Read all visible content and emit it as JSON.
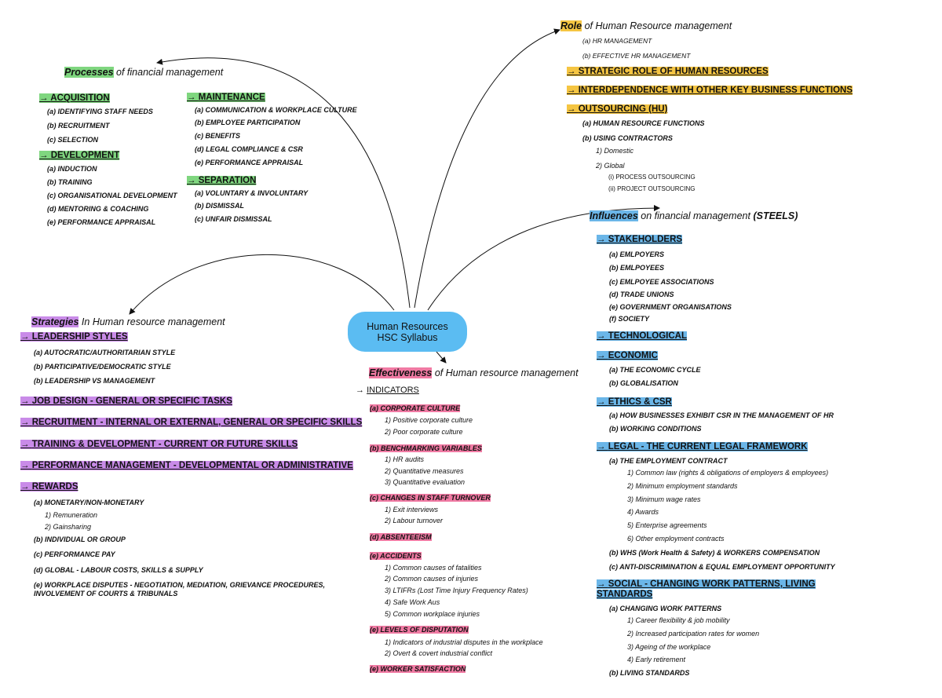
{
  "center": "Human Resources HSC Syllabus",
  "processes": {
    "title_key": "Processes",
    "title_rest": " of financial management",
    "acquisition": "ACQUISITION",
    "acq_items": [
      "(a) IDENTIFYING STAFF NEEDS",
      "(b) RECRUITMENT",
      "(c) SELECTION"
    ],
    "development": "DEVELOPMENT",
    "dev_items": [
      "(a) INDUCTION",
      "(b) TRAINING",
      "(c) ORGANISATIONAL DEVELOPMENT",
      "(d) MENTORING & COACHING",
      "(e) PERFORMANCE APPRAISAL"
    ],
    "maintenance": "MAINTENANCE",
    "main_items": [
      "(a) COMMUNICATION & WORKPLACE CULTURE",
      "(b) EMPLOYEE PARTICIPATION",
      "(c) BENEFITS",
      "(d) LEGAL COMPLIANCE & CSR",
      "(e) PERFORMANCE APPRAISAL"
    ],
    "separation": "SEPARATION",
    "sep_items": [
      "(a) VOLUNTARY & INVOLUNTARY",
      "(b) DISMISSAL",
      "(c) UNFAIR DISMISSAL"
    ]
  },
  "role": {
    "title_key": "Role",
    "title_rest": " of Human Resource management",
    "items": [
      "(a) HR MANAGEMENT",
      "(b) EFFECTIVE HR MANAGEMENT"
    ],
    "strategic": "STRATEGIC ROLE OF HUMAN RESOURCES",
    "interdependence": "INTERDEPENDENCE WITH OTHER KEY BUSINESS FUNCTIONS",
    "outsourcing": "OUTSOURCING (HU)",
    "out_a": "(a) HUMAN RESOURCE FUNCTIONS",
    "out_b": "(b) USING CONTRACTORS",
    "domestic": "1) Domestic",
    "global": "2) Global",
    "process_out": "(i) PROCESS OUTSOURCING",
    "project_out": "(ii) PROJECT OUTSOURCING"
  },
  "influences": {
    "title_key": "Influences",
    "title_rest": " on financial management ",
    "title_bold": "(STEELS)",
    "stakeholders": "STAKEHOLDERS",
    "stake_items": [
      "(a)  EMLPOYERS",
      "(b)  EMLPOYEES",
      "(c)  EMLPOYEE ASSOCIATIONS",
      "(d)  TRADE UNIONS",
      "(e)  GOVERNMENT ORGANISATIONS",
      "(f)  SOCIETY"
    ],
    "technological": "TECHNOLOGICAL",
    "economic": "ECONOMIC",
    "econ_items": [
      "(a)  THE ECONOMIC CYCLE",
      "(b)  GLOBALISATION"
    ],
    "ethics": "ETHICS & CSR",
    "ethics_items": [
      "(a)  HOW BUSINESSES EXHIBIT CSR IN THE MANAGEMENT OF HR",
      "(b)  WORKING CONDITIONS"
    ],
    "legal": "LEGAL - THE CURRENT LEGAL FRAMEWORK",
    "legal_a": "(a)  THE EMPLOYMENT CONTRACT",
    "legal_a_items": [
      "1) Common law (rights & obligations of employers & employees)",
      "2) Minimum employment standards",
      "3) Minimum wage rates",
      "4) Awards",
      "5) Enterprise agreements",
      "6) Other employment contracts"
    ],
    "legal_b": "(b) WHS (Work Health & Safety) & WORKERS COMPENSATION",
    "legal_c": "(c) ANTI-DISCRIMINATION & EQUAL EMPLOYMENT OPPORTUNITY",
    "social_1": "SOCIAL - CHANGING WORK PATTERNS, LIVING",
    "social_2": "STANDARDS",
    "social_a": "(a) CHANGING WORK PATTERNS",
    "social_a_items": [
      "1) Career flexibility & job mobility",
      "2) Increased participation rates for women",
      "3) Ageing of the workplace",
      "4) Early retirement"
    ],
    "social_b": "(b) LIVING STANDARDS"
  },
  "strategies": {
    "title_key": "Strategies",
    "title_rest": " In Human resource management",
    "leadership": "LEADERSHIP STYLES",
    "lead_items": [
      "(a)  AUTOCRATIC/AUTHORITARIAN STYLE",
      "(b)  PARTICIPATIVE/DEMOCRATIC STYLE",
      "(b)  LEADERSHIP VS MANAGEMENT"
    ],
    "job_design": "JOB DESIGN - GENERAL OR SPECIFIC TASKS",
    "recruitment": "RECRUITMENT - INTERNAL OR EXTERNAL, GENERAL OR SPECIFIC SKILLS",
    "training": "TRAINING & DEVELOPMENT - CURRENT OR FUTURE SKILLS",
    "performance": "PERFORMANCE MANAGEMENT - DEVELOPMENTAL OR ADMINISTRATIVE",
    "rewards": "REWARDS",
    "rew_a": "(a) MONETARY/NON-MONETARY",
    "rew_a_items": [
      "1) Remuneration",
      "2) Gainsharing"
    ],
    "rew_b": "(b) INDIVIDUAL OR GROUP",
    "rew_c": "(c) PERFORMANCE PAY",
    "rew_d": "(d) GLOBAL - LABOUR COSTS, SKILLS & SUPPLY",
    "rew_e1": "(e) WORKPLACE DISPUTES - NEGOTIATION, MEDIATION, GRIEVANCE PROCEDURES,",
    "rew_e2": "INVOLVEMENT OF COURTS & TRIBUNALS"
  },
  "effectiveness": {
    "title_key": "Effectiveness",
    "title_rest": " of Human resource management",
    "indicators": "INDICATORS",
    "culture": "(a) CORPORATE CULTURE",
    "culture_items": [
      "1) Positive corporate culture",
      "2) Poor corporate culture"
    ],
    "bench": "(b) BENCHMARKING VARIABLES",
    "bench_items": [
      "1) HR audits",
      "2) Quantitative measures",
      "3) Quantitative evaluation"
    ],
    "turnover": "(c) CHANGES IN STAFF TURNOVER",
    "turnover_items": [
      "1) Exit interviews",
      "2) Labour turnover"
    ],
    "absenteeism": "(d) ABSENTEEISM",
    "accidents": "(e) ACCIDENTS",
    "accident_items": [
      "1) Common causes of fatalities",
      "2) Common causes of injuries",
      "3) LTIFRs (Lost Time Injury Frequency Rates)",
      "4) Safe Work Aus",
      "5) Common workplace injuries"
    ],
    "disputation": "(e) LEVELS OF DISPUTATION",
    "disp_items": [
      "1) Indicators of industrial disputes in the workplace",
      "2) Overt & covert industrial conflict"
    ],
    "satisfaction": "(e) WORKER SATISFACTION"
  },
  "arrow_glyph": "→"
}
